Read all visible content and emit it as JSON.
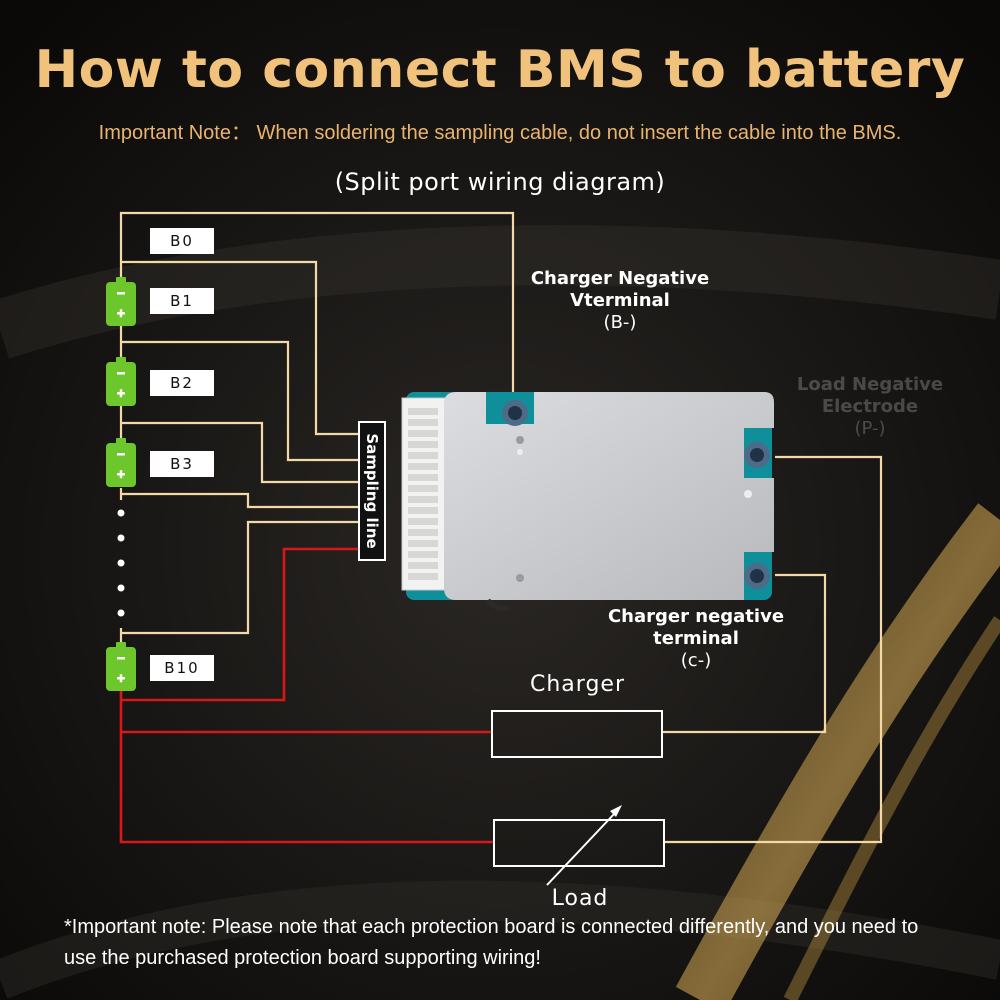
{
  "title": "How to connect BMS to battery",
  "important_note_top": "Important Note：  When soldering the sampling cable, do not insert the cable into the BMS.",
  "subtitle": "(Split port wiring diagram)",
  "cell_labels": [
    "B0",
    "B1",
    "B2",
    "B3",
    "B10"
  ],
  "sampling_line": "Sampling line",
  "terminals": {
    "b_minus": {
      "name": "Charger Negative Vterminal",
      "name_line1": "Charger Negative",
      "name_line2": "Vterminal",
      "code": "(B-)"
    },
    "p_minus": {
      "name_line1": "Load Negative",
      "name_line2": "Electrode",
      "code": "(P-)"
    },
    "c_minus": {
      "name_line1": "Charger negative",
      "name_line2": "terminal",
      "code": "(c-)"
    }
  },
  "charger_label": "Charger",
  "load_label": "Load",
  "important_note_bottom": "*Important note: Please note that each protection board is connected differently, and you need to use the purchased protection board supporting wiring!",
  "colors": {
    "title": "#f0c27c",
    "note": "#e9b46e",
    "wire_sense": "#f3d9a6",
    "wire_positive": "#d81818",
    "battery_green": "#6cc62c",
    "bms_plate": "#cfd0d2",
    "bms_pcb": "#0f8f9a",
    "background": "#0e0d0c",
    "accent_gold": "#b8892c"
  },
  "icons": [
    "battery-cell-icon",
    "bms-board-icon",
    "screw-terminal-icon",
    "pointer-arrow-icon"
  ]
}
